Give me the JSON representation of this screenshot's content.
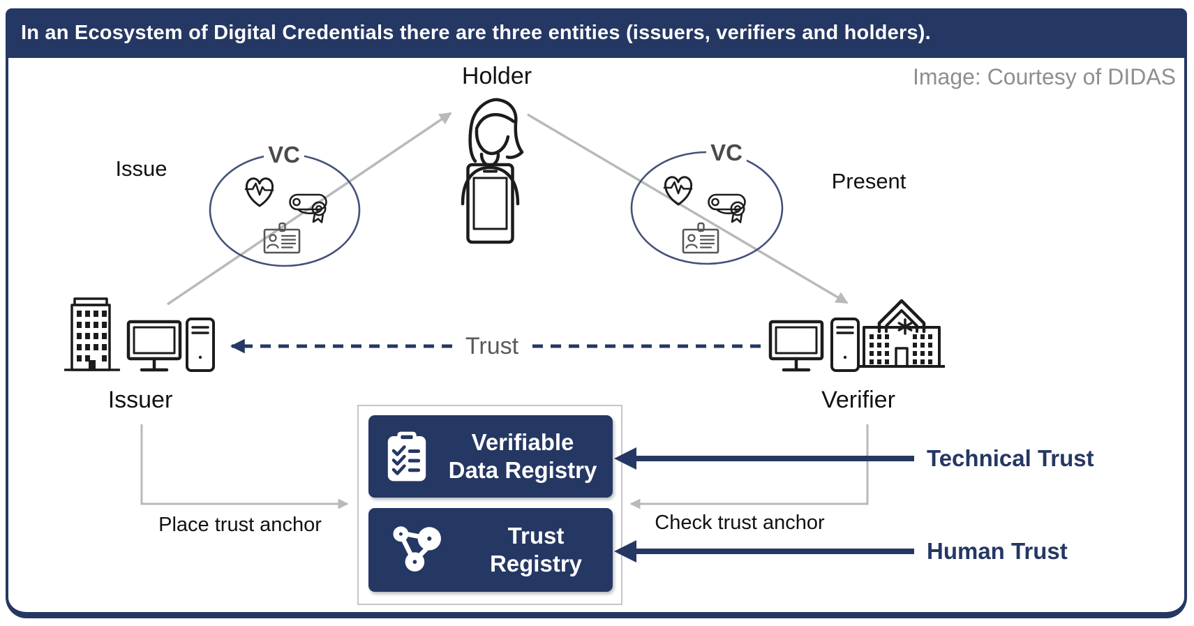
{
  "title": "In an Ecosystem of Digital Credentials there are three entities (issuers, verifiers and holders).",
  "credit": "Image: Courtesy of DIDAS",
  "entities": {
    "holder": "Holder",
    "issuer": "Issuer",
    "verifier": "Verifier"
  },
  "flows": {
    "issue": "Issue",
    "present": "Present",
    "trust": "Trust",
    "place_anchor": "Place trust anchor",
    "check_anchor": "Check trust anchor"
  },
  "vc": {
    "left": "VC",
    "right": "VC"
  },
  "registries": {
    "verifiable_data": "Verifiable\nData Registry",
    "trust": "Trust\nRegistry"
  },
  "trust_types": {
    "technical": "Technical Trust",
    "human": "Human Trust"
  },
  "icons": {
    "holder": "person-with-smartphone-icon",
    "issuer": "office-building-icon, desktop-monitor-icon, computer-tower-icon",
    "verifier": "desktop-monitor-icon, computer-tower-icon, hospital-building-icon",
    "vc_contents": "heart-pulse-icon, diploma-icon, id-card-icon",
    "verifiable_data_registry": "clipboard-checklist-icon",
    "trust_registry": "network-nodes-icon"
  },
  "colors": {
    "navy": "#253763",
    "gray_arrow": "#b9b9b9",
    "container_border": "#c6c6c6",
    "text_gray": "#595959",
    "credit_gray": "#8e8e8e",
    "ellipse_stroke": "#44507a"
  }
}
